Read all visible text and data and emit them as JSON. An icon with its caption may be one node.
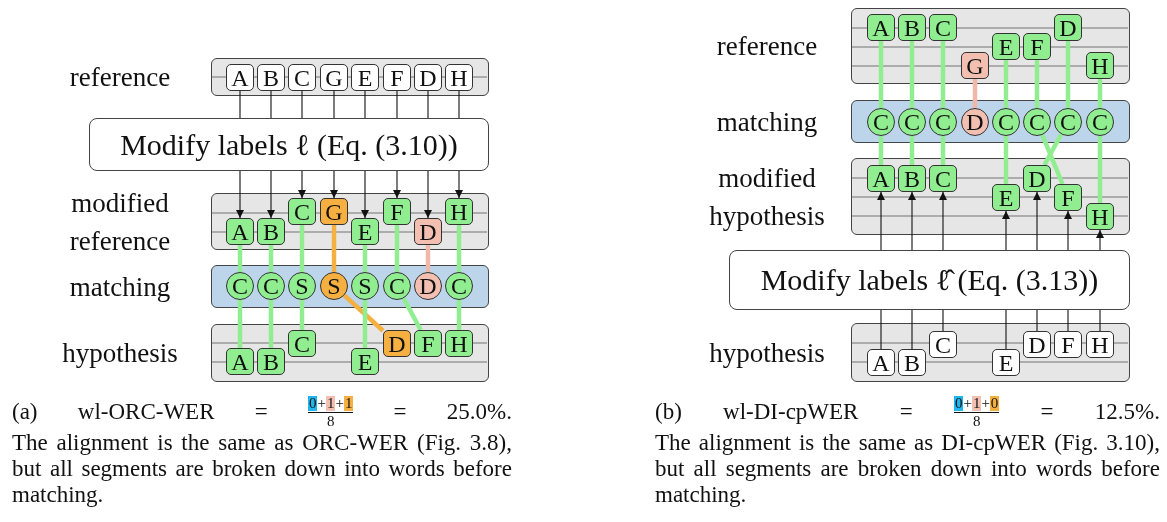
{
  "diagram": {
    "nodes": [
      {
        "text": [
          "reference"
        ]
      },
      {
        "text": [
          "A"
        ],
        "in": 0
      },
      {
        "text": [
          "B"
        ],
        "in": 0
      },
      {
        "text": [
          "C"
        ],
        "in": 0
      },
      {
        "text": [
          "G"
        ],
        "in": 0
      },
      {
        "text": [
          "E"
        ],
        "in": 0
      },
      {
        "text": [
          "F"
        ],
        "in": 0
      },
      {
        "text": [
          "D"
        ],
        "in": 0
      },
      {
        "text": [
          "H"
        ],
        "in": 0
      },
      {
        "text": [
          "Modify labels ℓ (Eq. (3.10))"
        ]
      },
      {
        "text": [
          "modified reference"
        ]
      },
      {
        "text": [
          "A"
        ],
        "in": 10
      },
      {
        "text": [
          "B"
        ],
        "in": 10
      },
      {
        "text": [
          "C"
        ],
        "in": 10
      },
      {
        "text": [
          "G"
        ],
        "in": 10
      },
      {
        "text": [
          "E"
        ],
        "in": 10
      },
      {
        "text": [
          "F"
        ],
        "in": 10
      },
      {
        "text": [
          "D"
        ],
        "in": 10
      },
      {
        "text": [
          "H"
        ],
        "in": 10
      },
      {
        "text": [
          "matching"
        ]
      },
      {
        "text": [
          "C"
        ],
        "in": 19
      },
      {
        "text": [
          "C"
        ],
        "in": 19
      },
      {
        "text": [
          "S"
        ],
        "in": 19
      },
      {
        "text": [
          "S"
        ],
        "in": 19
      },
      {
        "text": [
          "S"
        ],
        "in": 19
      },
      {
        "text": [
          "C"
        ],
        "in": 19
      },
      {
        "text": [
          "D"
        ],
        "in": 19
      },
      {
        "text": [
          "C"
        ],
        "in": 19
      },
      {
        "text": [
          "hypothesis"
        ]
      },
      {
        "text": [
          "A"
        ],
        "in": 28
      },
      {
        "text": [
          "B"
        ],
        "in": 28
      },
      {
        "text": [
          "C"
        ],
        "in": 28
      },
      {
        "text": [
          "E"
        ],
        "in": 28
      },
      {
        "text": [
          "D"
        ],
        "in": 28
      },
      {
        "text": [
          "F"
        ],
        "in": 28
      },
      {
        "text": [
          "H"
        ],
        "in": 28
      },
      {
        "text": [
          "reference"
        ]
      },
      {
        "text": [
          "A"
        ],
        "in": 36
      },
      {
        "text": [
          "B"
        ],
        "in": 36
      },
      {
        "text": [
          "C"
        ],
        "in": 36
      },
      {
        "text": [
          "G"
        ],
        "in": 36
      },
      {
        "text": [
          "E"
        ],
        "in": 36
      },
      {
        "text": [
          "F"
        ],
        "in": 36
      },
      {
        "text": [
          "D"
        ],
        "in": 36
      },
      {
        "text": [
          "H"
        ],
        "in": 36
      },
      {
        "text": [
          "matching"
        ]
      },
      {
        "text": [
          "C"
        ],
        "in": 45
      },
      {
        "text": [
          "C"
        ],
        "in": 45
      },
      {
        "text": [
          "C"
        ],
        "in": 45
      },
      {
        "text": [
          "D"
        ],
        "in": 45
      },
      {
        "text": [
          "C"
        ],
        "in": 45
      },
      {
        "text": [
          "C"
        ],
        "in": 45
      },
      {
        "text": [
          "C"
        ],
        "in": 45
      },
      {
        "text": [
          "C"
        ],
        "in": 45
      },
      {
        "text": [
          "modified hypothesis"
        ]
      },
      {
        "text": [
          "A"
        ],
        "in": 54
      },
      {
        "text": [
          "B"
        ],
        "in": 54
      },
      {
        "text": [
          "C"
        ],
        "in": 54
      },
      {
        "text": [
          "E"
        ],
        "in": 54
      },
      {
        "text": [
          "D"
        ],
        "in": 54
      },
      {
        "text": [
          "F"
        ],
        "in": 54
      },
      {
        "text": [
          "H"
        ],
        "in": 54
      },
      {
        "text": [
          "Modify labels ℓ̂ (Eq. (3.13))"
        ]
      },
      {
        "text": [
          "hypothesis"
        ]
      },
      {
        "text": [
          "A"
        ],
        "in": 63
      },
      {
        "text": [
          "B"
        ],
        "in": 63
      },
      {
        "text": [
          "C"
        ],
        "in": 63
      },
      {
        "text": [
          "E"
        ],
        "in": 63
      },
      {
        "text": [
          "D"
        ],
        "in": 63
      },
      {
        "text": [
          "F"
        ],
        "in": 63
      },
      {
        "text": [
          "H"
        ],
        "in": 63
      }
    ],
    "edges": [
      {
        "from": 1,
        "to": 9,
        "arrow": "none"
      },
      {
        "from": 2,
        "to": 9,
        "arrow": "none"
      },
      {
        "from": 3,
        "to": 9,
        "arrow": "none"
      },
      {
        "from": 4,
        "to": 9,
        "arrow": "none"
      },
      {
        "from": 5,
        "to": 9,
        "arrow": "none"
      },
      {
        "from": 6,
        "to": 9,
        "arrow": "none"
      },
      {
        "from": 7,
        "to": 9,
        "arrow": "none"
      },
      {
        "from": 8,
        "to": 9,
        "arrow": "none"
      },
      {
        "from": 9,
        "to": 11,
        "arrow": "to"
      },
      {
        "from": 9,
        "to": 12,
        "arrow": "to"
      },
      {
        "from": 9,
        "to": 13,
        "arrow": "to"
      },
      {
        "from": 9,
        "to": 14,
        "arrow": "to"
      },
      {
        "from": 9,
        "to": 15,
        "arrow": "to"
      },
      {
        "from": 9,
        "to": 16,
        "arrow": "to"
      },
      {
        "from": 9,
        "to": 17,
        "arrow": "to"
      },
      {
        "from": 9,
        "to": 18,
        "arrow": "to"
      },
      {
        "from": 11,
        "to": 20,
        "arrow": "none",
        "style": "thick",
        "color": "#90ee90"
      },
      {
        "from": 12,
        "to": 21,
        "arrow": "none",
        "style": "thick",
        "color": "#90ee90"
      },
      {
        "from": 13,
        "to": 22,
        "arrow": "none",
        "style": "thick",
        "color": "#90ee90"
      },
      {
        "from": 14,
        "to": 23,
        "arrow": "none",
        "style": "thick",
        "color": "#f5b041"
      },
      {
        "from": 15,
        "to": 24,
        "arrow": "none",
        "style": "thick",
        "color": "#90ee90"
      },
      {
        "from": 16,
        "to": 25,
        "arrow": "none",
        "style": "thick",
        "color": "#90ee90"
      },
      {
        "from": 17,
        "to": 26,
        "arrow": "none",
        "style": "thick",
        "color": "#f0b8a8"
      },
      {
        "from": 18,
        "to": 27,
        "arrow": "none",
        "style": "thick",
        "color": "#90ee90"
      },
      {
        "from": 20,
        "to": 29,
        "arrow": "none",
        "style": "thick",
        "color": "#90ee90"
      },
      {
        "from": 21,
        "to": 30,
        "arrow": "none",
        "style": "thick",
        "color": "#90ee90"
      },
      {
        "from": 22,
        "to": 31,
        "arrow": "none",
        "style": "thick",
        "color": "#90ee90"
      },
      {
        "from": 23,
        "to": 33,
        "arrow": "none",
        "style": "thick",
        "color": "#f5b041"
      },
      {
        "from": 24,
        "to": 32,
        "arrow": "none",
        "style": "thick",
        "color": "#90ee90"
      },
      {
        "from": 25,
        "to": 34,
        "arrow": "none",
        "style": "thick",
        "color": "#90ee90"
      },
      {
        "from": 27,
        "to": 35,
        "arrow": "none",
        "style": "thick",
        "color": "#90ee90"
      },
      {
        "from": 37,
        "to": 46,
        "arrow": "none",
        "style": "thick",
        "color": "#90ee90"
      },
      {
        "from": 38,
        "to": 47,
        "arrow": "none",
        "style": "thick",
        "color": "#90ee90"
      },
      {
        "from": 39,
        "to": 48,
        "arrow": "none",
        "style": "thick",
        "color": "#90ee90"
      },
      {
        "from": 40,
        "to": 49,
        "arrow": "none",
        "style": "thick",
        "color": "#f0b8a8"
      },
      {
        "from": 41,
        "to": 50,
        "arrow": "none",
        "style": "thick",
        "color": "#90ee90"
      },
      {
        "from": 42,
        "to": 51,
        "arrow": "none",
        "style": "thick",
        "color": "#90ee90"
      },
      {
        "from": 43,
        "to": 52,
        "arrow": "none",
        "style": "thick",
        "color": "#90ee90"
      },
      {
        "from": 44,
        "to": 53,
        "arrow": "none",
        "style": "thick",
        "color": "#90ee90"
      },
      {
        "from": 46,
        "to": 55,
        "arrow": "none",
        "style": "thick",
        "color": "#90ee90"
      },
      {
        "from": 47,
        "to": 56,
        "arrow": "none",
        "style": "thick",
        "color": "#90ee90"
      },
      {
        "from": 48,
        "to": 57,
        "arrow": "none",
        "style": "thick",
        "color": "#90ee90"
      },
      {
        "from": 50,
        "to": 58,
        "arrow": "none",
        "style": "thick",
        "color": "#90ee90"
      },
      {
        "from": 51,
        "to": 60,
        "arrow": "none",
        "style": "thick",
        "color": "#90ee90"
      },
      {
        "from": 52,
        "to": 59,
        "arrow": "none",
        "style": "thick",
        "color": "#90ee90"
      },
      {
        "from": 53,
        "to": 61,
        "arrow": "none",
        "style": "thick",
        "color": "#90ee90"
      },
      {
        "from": 64,
        "to": 62,
        "arrow": "none"
      },
      {
        "from": 65,
        "to": 62,
        "arrow": "none"
      },
      {
        "from": 66,
        "to": 62,
        "arrow": "none"
      },
      {
        "from": 67,
        "to": 62,
        "arrow": "none"
      },
      {
        "from": 68,
        "to": 62,
        "arrow": "none"
      },
      {
        "from": 69,
        "to": 62,
        "arrow": "none"
      },
      {
        "from": 70,
        "to": 62,
        "arrow": "none"
      },
      {
        "from": 62,
        "to": 55,
        "arrow": "to"
      },
      {
        "from": 62,
        "to": 56,
        "arrow": "to"
      },
      {
        "from": 62,
        "to": 57,
        "arrow": "to"
      },
      {
        "from": 62,
        "to": 58,
        "arrow": "to"
      },
      {
        "from": 62,
        "to": 59,
        "arrow": "to"
      },
      {
        "from": 62,
        "to": 60,
        "arrow": "to"
      },
      {
        "from": 62,
        "to": 61,
        "arrow": "to"
      }
    ],
    "labels": [
      "(a)",
      "wl-ORC-WER",
      "=",
      "0",
      "+",
      "1",
      "+",
      "1",
      "8",
      "=",
      "25.0%.",
      "The alignment is the same as ORC-WER (Fig. 3.8), but all segments are broken down into words before matching.",
      "(b)",
      "wl-DI-cpWER",
      "=",
      "0",
      "+",
      "1",
      "+",
      "0",
      "8",
      "=",
      "12.5%.",
      "The alignment is the same as DI-cpWER (Fig. 3.10), but all segments are broken down into words before matching."
    ]
  }
}
